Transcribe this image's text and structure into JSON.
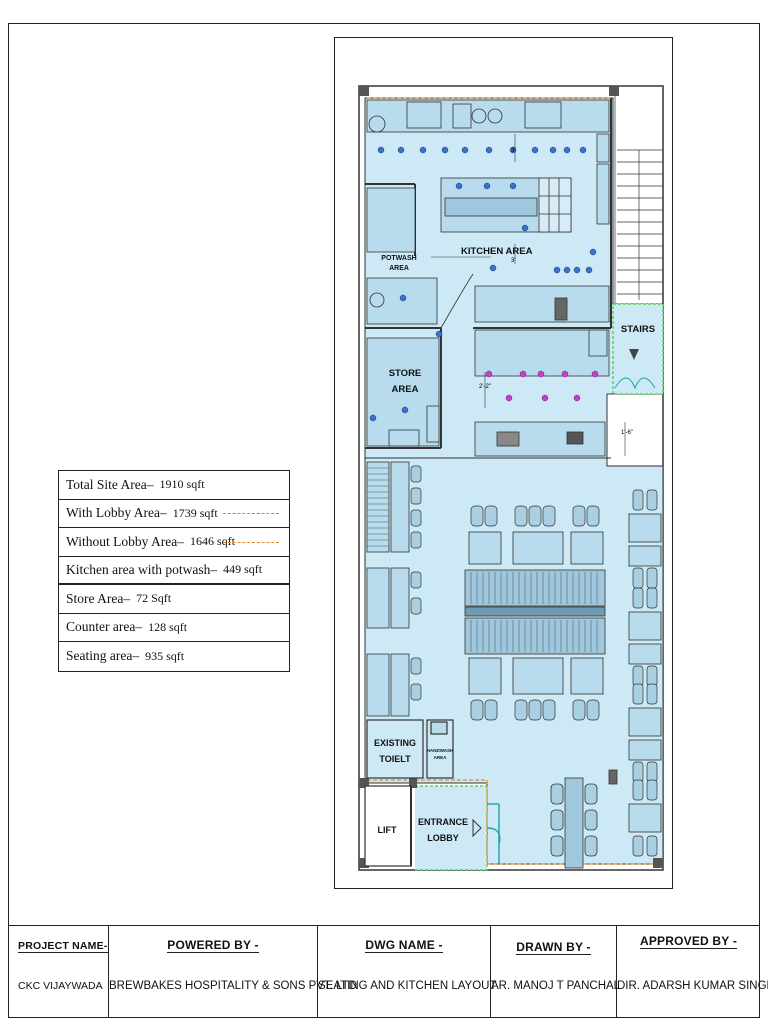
{
  "plan": {
    "rooms": {
      "kitchen": "KITCHEN AREA",
      "potwash_line1": "POTWASH",
      "potwash_line2": "AREA",
      "store_line1": "STORE",
      "store_line2": "AREA",
      "stairs": "STAIRS",
      "toilet_line1": "EXISTING",
      "toilet_line2": "TOIELT",
      "handwash_line1": "HANDWASH",
      "handwash_line2": "AREA",
      "lift": "LIFT",
      "lobby_line1": "ENTRANCE",
      "lobby_line2": "LOBBY"
    },
    "dimensions": {
      "kitchen_gap_1": "3'",
      "kitchen_gap_2": "3'",
      "counter_gap": "2'-2\"",
      "stair_offset": "1'-6\""
    },
    "colors": {
      "floor_fill": "#cde9f5",
      "wall": "#333333",
      "lobby_boundary": "#3bcc3b",
      "without_lobby_boundary": "#e88a2e",
      "equipment_marker": "#3a72c9",
      "counter_marker": "#c040c8",
      "door_accent": "#1aa3a3"
    }
  },
  "legend": {
    "total_site_label": "Total Site Area–",
    "total_site_value": "1910 sqft",
    "with_lobby_label": "With Lobby Area–",
    "with_lobby_value": "1739 sqft",
    "without_lobby_label": "Without Lobby Area–",
    "without_lobby_value": "1646 sqft",
    "kitchen_label": "Kitchen area with potwash–",
    "kitchen_value": "449 sqft",
    "store_label": "Store Area–",
    "store_value": "72 Sqft",
    "counter_label": "Counter area–",
    "counter_value": "128 sqft",
    "seating_label": "Seating area–",
    "seating_value": "935 sqft"
  },
  "titleblock": {
    "project_name_label": "PROJECT NAME-",
    "project_name_value": "CKC VIJAYWADA",
    "powered_by_label": "POWERED BY -",
    "powered_by_value": "BREWBAKES HOSPITALITY & SONS PVT. LTD",
    "dwg_name_label": "DWG NAME -",
    "dwg_name_value": "SEATING AND KITCHEN  LAYOUT",
    "drawn_by_label": "DRAWN BY -",
    "drawn_by_value": "AR. MANOJ T PANCHAL",
    "approved_by_label": "APPROVED BY -",
    "approved_by_value": "DIR. ADARSH KUMAR SINGH"
  }
}
